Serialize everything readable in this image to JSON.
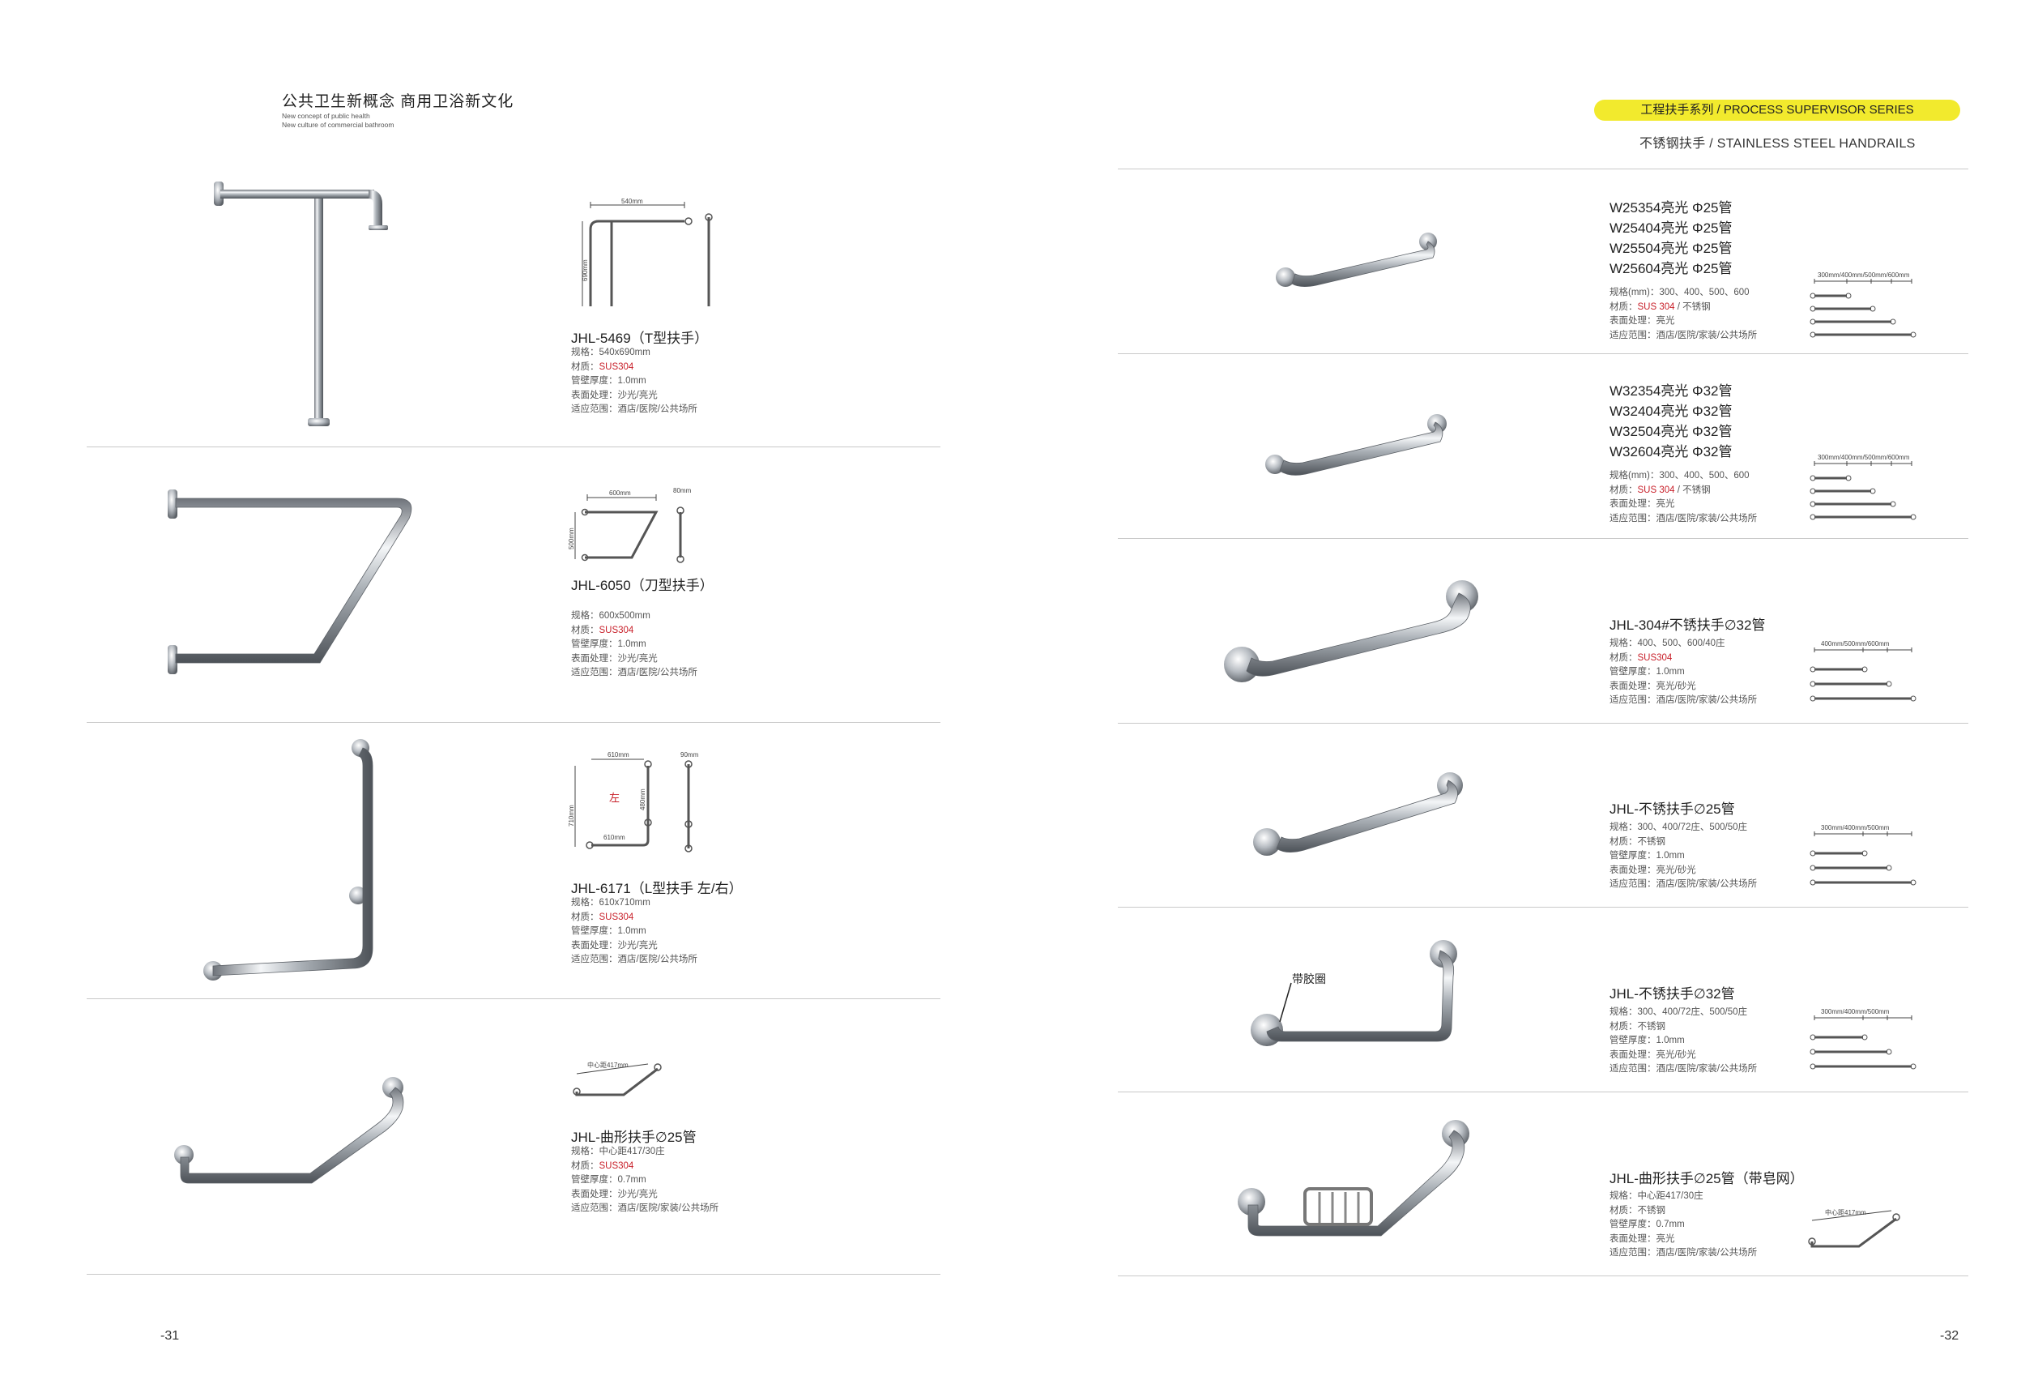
{
  "left_header": {
    "cn": "公共卫生新概念   商用卫浴新文化",
    "en1": "New concept of public health",
    "en2": "New culture of commercial bathroom"
  },
  "right_header": {
    "banner": "工程扶手系列 / PROCESS SUPERVISOR SERIES",
    "subtitle": "不锈钢扶手 / STAINLESS STEEL HANDRAILS"
  },
  "left_products": [
    {
      "title": "JHL-5469（T型扶手）",
      "specs": [
        {
          "k": "规格：",
          "v": "540x690mm"
        },
        {
          "k": "材质：",
          "v": "SUS304",
          "red": true
        },
        {
          "k": "管壁厚度：",
          "v": "1.0mm"
        },
        {
          "k": "表面处理：",
          "v": "沙光/亮光"
        },
        {
          "k": "适应范围：",
          "v": "酒店/医院/公共场所"
        }
      ],
      "dims": [
        "540mm",
        "690mm"
      ]
    },
    {
      "title": "JHL-6050（刀型扶手）",
      "specs": [
        {
          "k": "规格：",
          "v": "600x500mm"
        },
        {
          "k": "材质：",
          "v": "SUS304",
          "red": true
        },
        {
          "k": "管壁厚度：",
          "v": "1.0mm"
        },
        {
          "k": "表面处理：",
          "v": "沙光/亮光"
        },
        {
          "k": "适应范围：",
          "v": "酒店/医院/公共场所"
        }
      ],
      "dims": [
        "600mm",
        "500mm",
        "80mm"
      ]
    },
    {
      "title": "JHL-6171（L型扶手 左/右）",
      "specs": [
        {
          "k": "规格：",
          "v": "610x710mm"
        },
        {
          "k": "材质：",
          "v": "SUS304",
          "red": true
        },
        {
          "k": "管壁厚度：",
          "v": "1.0mm"
        },
        {
          "k": "表面处理：",
          "v": "沙光/亮光"
        },
        {
          "k": "适应范围：",
          "v": "酒店/医院/公共场所"
        }
      ],
      "dims": [
        "610mm",
        "90mm",
        "710mm",
        "480mm",
        "610mm",
        "左"
      ]
    },
    {
      "title": "JHL-曲形扶手∅25管",
      "specs": [
        {
          "k": "规格：",
          "v": "中心距417/30庄"
        },
        {
          "k": "材质：",
          "v": "SUS304",
          "red": true
        },
        {
          "k": "管壁厚度：",
          "v": "0.7mm"
        },
        {
          "k": "表面处理：",
          "v": "沙光/亮光"
        },
        {
          "k": "适应范围：",
          "v": "酒店/医院/家装/公共场所"
        }
      ],
      "dims": [
        "中心距417mm"
      ]
    }
  ],
  "right_products": [
    {
      "models": [
        "W25354亮光 Φ25管",
        "W25404亮光 Φ25管",
        "W25504亮光 Φ25管",
        "W25604亮光 Φ25管"
      ],
      "specs": [
        {
          "k": "规格(mm)：",
          "v": "300、400、500、600"
        },
        {
          "k": "材质：",
          "v": "SUS 304",
          "red": true,
          "v2": " / 不锈钢"
        },
        {
          "k": "表面处理：",
          "v": "亮光"
        },
        {
          "k": "适应范围：",
          "v": "酒店/医院/家装/公共场所"
        }
      ],
      "dim": "300mm/400mm/500mm/600mm"
    },
    {
      "models": [
        "W32354亮光 Φ32管",
        "W32404亮光 Φ32管",
        "W32504亮光 Φ32管",
        "W32604亮光 Φ32管"
      ],
      "specs": [
        {
          "k": "规格(mm)：",
          "v": "300、400、500、600"
        },
        {
          "k": "材质：",
          "v": "SUS 304",
          "red": true,
          "v2": " / 不锈钢"
        },
        {
          "k": "表面处理：",
          "v": "亮光"
        },
        {
          "k": "适应范围：",
          "v": "酒店/医院/家装/公共场所"
        }
      ],
      "dim": "300mm/400mm/500mm/600mm"
    },
    {
      "title": "JHL-304#不锈扶手∅32管",
      "specs": [
        {
          "k": "规格：",
          "v": "400、500、600/40庄"
        },
        {
          "k": "材质：",
          "v": "SUS304",
          "red": true
        },
        {
          "k": "管壁厚度：",
          "v": "1.0mm"
        },
        {
          "k": "表面处理：",
          "v": "亮光/砂光"
        },
        {
          "k": "适应范围：",
          "v": "酒店/医院/家装/公共场所"
        }
      ],
      "dim": "400mm/500mm/600mm"
    },
    {
      "title": "JHL-不锈扶手∅25管",
      "specs": [
        {
          "k": "规格：",
          "v": "300、400/72庄、500/50庄"
        },
        {
          "k": "材质：",
          "v": "不锈钢"
        },
        {
          "k": "管壁厚度：",
          "v": "1.0mm"
        },
        {
          "k": "表面处理：",
          "v": "亮光/砂光"
        },
        {
          "k": "适应范围：",
          "v": "酒店/医院/家装/公共场所"
        }
      ],
      "dim": "300mm/400mm/500mm"
    },
    {
      "title": "JHL-不锈扶手∅32管",
      "callout": "带胶圈",
      "specs": [
        {
          "k": "规格：",
          "v": "300、400/72庄、500/50庄"
        },
        {
          "k": "材质：",
          "v": "不锈钢"
        },
        {
          "k": "管壁厚度：",
          "v": "1.0mm"
        },
        {
          "k": "表面处理：",
          "v": "亮光/砂光"
        },
        {
          "k": "适应范围：",
          "v": "酒店/医院/家装/公共场所"
        }
      ],
      "dim": "300mm/400mm/500mm"
    },
    {
      "title": "JHL-曲形扶手∅25管（带皂网）",
      "specs": [
        {
          "k": "规格：",
          "v": "中心距417/30庄"
        },
        {
          "k": "材质：",
          "v": "不锈钢"
        },
        {
          "k": "管壁厚度：",
          "v": "0.7mm"
        },
        {
          "k": "表面处理：",
          "v": "亮光"
        },
        {
          "k": "适应范围：",
          "v": "酒店/医院/家装/公共场所"
        }
      ],
      "dim": "中心距417mm"
    }
  ],
  "page_numbers": {
    "left": "-31",
    "right": "-32"
  },
  "colors": {
    "banner": "#f2ea2d",
    "red": "#c8202a",
    "rule": "#c9c9c9"
  }
}
